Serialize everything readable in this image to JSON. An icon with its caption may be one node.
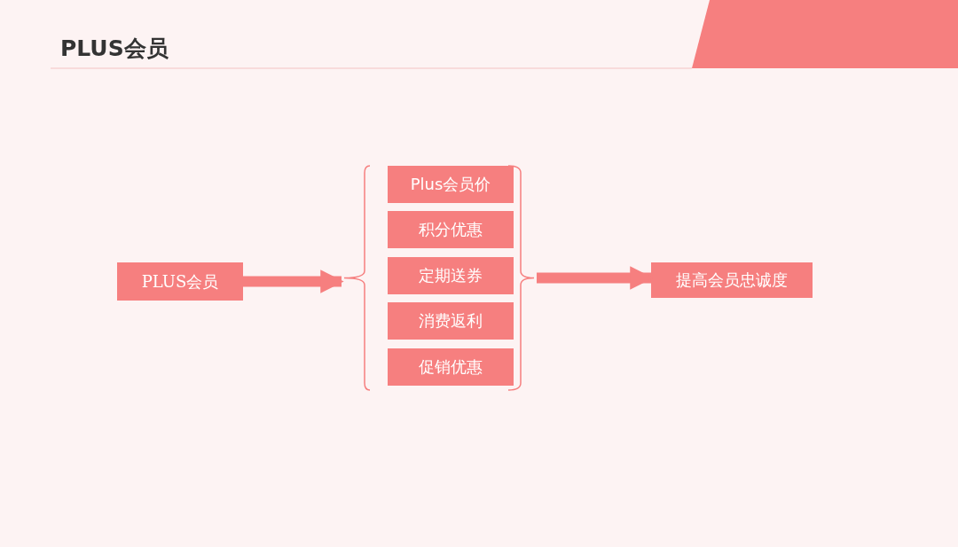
{
  "diagram": {
    "title": "PLUS会员",
    "nodes": [
      {
        "text": [
          "PLUS会员"
        ]
      },
      {
        "text": [],
        "shape": "bracket"
      },
      {
        "text": [
          "Plus会员价"
        ],
        "in": 1
      },
      {
        "text": [
          "积分优惠"
        ],
        "in": 1
      },
      {
        "text": [
          "定期送券"
        ],
        "in": 1
      },
      {
        "text": [
          "消费返利"
        ],
        "in": 1
      },
      {
        "text": [
          "促销优惠"
        ],
        "in": 1
      },
      {
        "text": [
          "提高会员忠诚度"
        ]
      }
    ],
    "edges": [
      {
        "from": 0,
        "to": 1,
        "arrow": "to"
      },
      {
        "from": 1,
        "to": 7,
        "arrow": "to"
      }
    ]
  }
}
